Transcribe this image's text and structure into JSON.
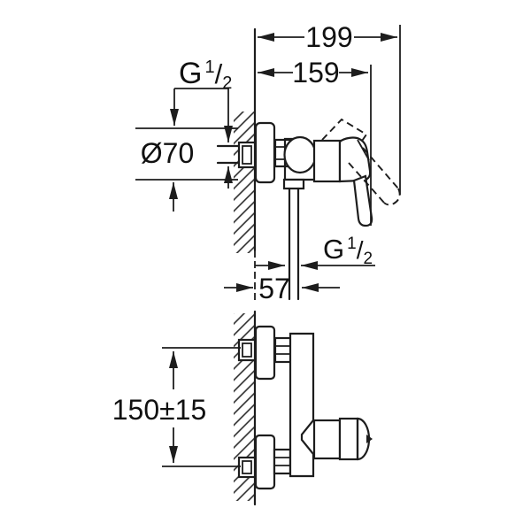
{
  "drawing": {
    "kind": "faucet-installation-dimension-diagram",
    "background_color": "#ffffff",
    "line_color": "#1d1d1d"
  },
  "dims": {
    "total_depth": "199",
    "body_depth": "159",
    "top_thread": {
      "base": "G",
      "num": "1",
      "slash": "/",
      "den": "2"
    },
    "rosette_diameter": "Ø70",
    "bottom_thread": {
      "base": "G",
      "num": "1",
      "slash": "/",
      "den": "2"
    },
    "wall_to_outlet": "57",
    "connection_distance": "150±15"
  }
}
